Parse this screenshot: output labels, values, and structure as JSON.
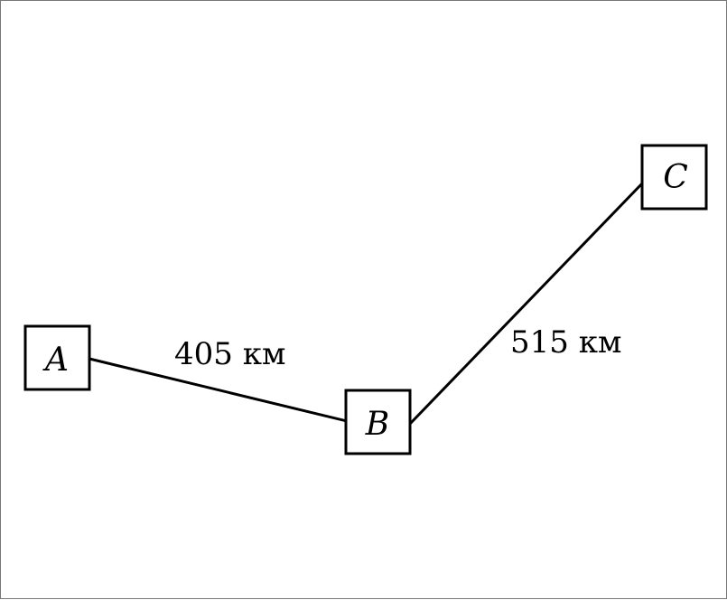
{
  "diagram": {
    "nodes": [
      {
        "id": "A",
        "label": "A"
      },
      {
        "id": "B",
        "label": "B"
      },
      {
        "id": "C",
        "label": "C"
      }
    ],
    "edges": [
      {
        "from": "A",
        "to": "B",
        "label": "405 км"
      },
      {
        "from": "B",
        "to": "C",
        "label": "515 км"
      }
    ]
  }
}
